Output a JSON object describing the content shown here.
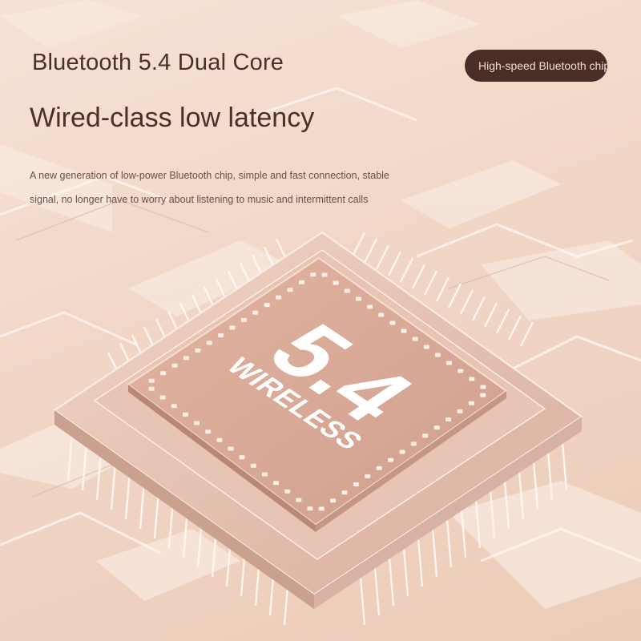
{
  "header": {
    "title": "Bluetooth 5.4 Dual Core",
    "badge": "High-speed Bluetooth chip"
  },
  "main": {
    "headline": "Wired-class low latency",
    "description": "A new generation of low-power Bluetooth chip, simple and fast connection, stable signal, no longer have to worry about listening to music and intermittent calls"
  },
  "chip": {
    "number": "5.4",
    "label": "WIRELESS"
  },
  "colors": {
    "background": "#f1d6c6",
    "text": "#4a3028",
    "badge": "#4b2d27",
    "chip_face": "#d9a998",
    "chip_dots": "#fbeee6"
  }
}
